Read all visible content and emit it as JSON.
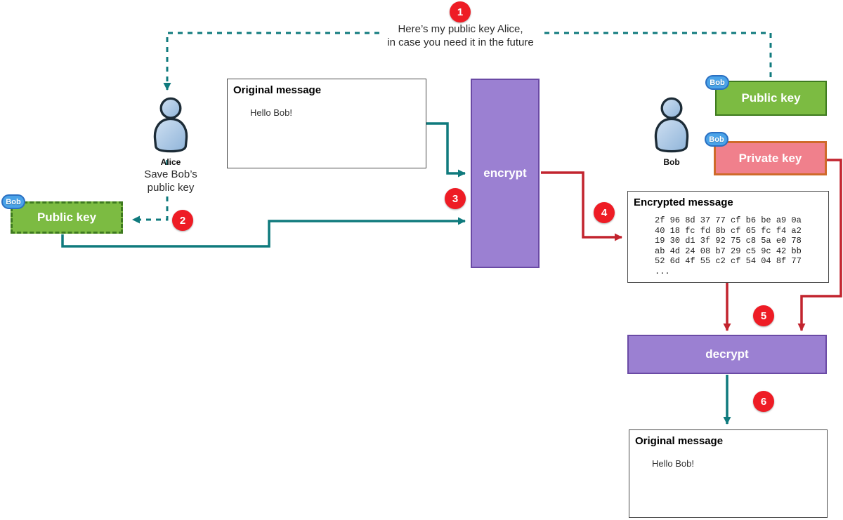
{
  "note_top": {
    "line1": "Here’s my public key Alice,",
    "line2": "in case you need it in the future"
  },
  "steps": [
    "1",
    "2",
    "3",
    "4",
    "5",
    "6"
  ],
  "alice": {
    "name": "Alice",
    "save_note_line1": "Save Bob’s",
    "save_note_line2": "public key",
    "key_badge": "Bob",
    "key_label": "Public key"
  },
  "bob": {
    "name": "Bob",
    "public_key_badge": "Bob",
    "public_key_label": "Public key",
    "private_key_badge": "Bob",
    "private_key_label": "Private key"
  },
  "encrypt_label": "encrypt",
  "decrypt_label": "decrypt",
  "original_message_top": {
    "title": "Original message",
    "body": "Hello Bob!"
  },
  "encrypted_message": {
    "title": "Encrypted message",
    "hex_lines": [
      "2f 96 8d 37 77 cf b6 be a9 0a",
      "40 18 fc fd 8b cf 65 fc f4 a2",
      "19 30 d1 3f 92 75 c8 5a e0 78",
      "ab 4d 24 08 b7 29 c5 9c 42 bb",
      "52 6d 4f 55 c2 cf 54 04 8f 77",
      "..."
    ]
  },
  "original_message_bottom": {
    "title": "Original message",
    "body": "Hello Bob!"
  },
  "colors": {
    "teal_arrow": "#0f7a7d",
    "red_arrow": "#c2242e",
    "step_circle_red": "#ee1c25",
    "key_green_fill": "#7cbb42",
    "key_green_border": "#3e7a1f",
    "purple_fill": "#9b80d2",
    "purple_border": "#6a4aa5",
    "private_key_fill": "#f0808c",
    "private_key_border": "#cf6a2a",
    "badge_blue": "#4aa3e8",
    "person_blue": "#aecbe8"
  }
}
